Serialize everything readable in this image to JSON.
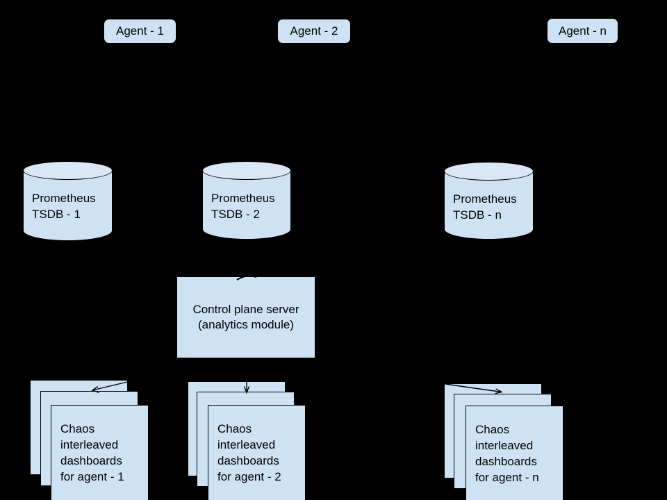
{
  "colors": {
    "background": "#000000",
    "shape_fill": "#cfe2f3",
    "shape_fill_light": "#dce7f5",
    "border": "#000000",
    "text": "#000000"
  },
  "agents": [
    {
      "label": "Agent - 1"
    },
    {
      "label": "Agent - 2"
    },
    {
      "label": "Agent - n"
    }
  ],
  "databases": [
    {
      "line1": "Prometheus",
      "line2": "TSDB - 1"
    },
    {
      "line1": "Prometheus",
      "line2": "TSDB - 2"
    },
    {
      "line1": "Prometheus",
      "line2": "TSDB - n"
    }
  ],
  "control_plane": {
    "line1": "Control plane server",
    "line2": "(analytics module)"
  },
  "dashboard_stacks": [
    {
      "lines": [
        "Chaos",
        "interleaved",
        "dashboards",
        "for agent - 1"
      ]
    },
    {
      "lines": [
        "Chaos",
        "interleaved",
        "dashboards",
        "for agent - 2"
      ]
    },
    {
      "lines": [
        "Chaos",
        "interleaved",
        "dashboards",
        "for agent - n"
      ]
    }
  ]
}
